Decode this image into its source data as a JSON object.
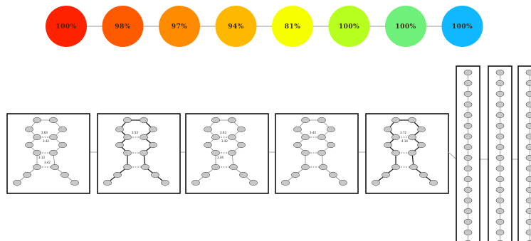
{
  "progress_nodes": [
    {
      "label": "100%",
      "color": "#ff2200"
    },
    {
      "label": "98%",
      "color": "#ff5a00"
    },
    {
      "label": "97%",
      "color": "#ff8c00"
    },
    {
      "label": "94%",
      "color": "#ffb800"
    },
    {
      "label": "81%",
      "color": "#f6ff00"
    },
    {
      "label": "100%",
      "color": "#b6ff1e"
    },
    {
      "label": "100%",
      "color": "#6ff07a"
    },
    {
      "label": "100%",
      "color": "#0fb8ff"
    }
  ],
  "structure_panels": [
    {
      "variant": "a",
      "distances": [
        "3.63",
        "3.42",
        "3.13",
        "3.42"
      ]
    },
    {
      "variant": "b",
      "distances": [
        "3.53"
      ]
    },
    {
      "variant": "c",
      "distances": [
        "3.63",
        "3.42",
        "3.44"
      ]
    },
    {
      "variant": "d",
      "distances": [
        "3.44"
      ]
    },
    {
      "variant": "e",
      "distances": [
        "3.72",
        "4.14"
      ]
    }
  ],
  "chain_panels": [
    {
      "atoms": 17
    },
    {
      "atoms": 17
    },
    {
      "atoms": 17
    }
  ]
}
